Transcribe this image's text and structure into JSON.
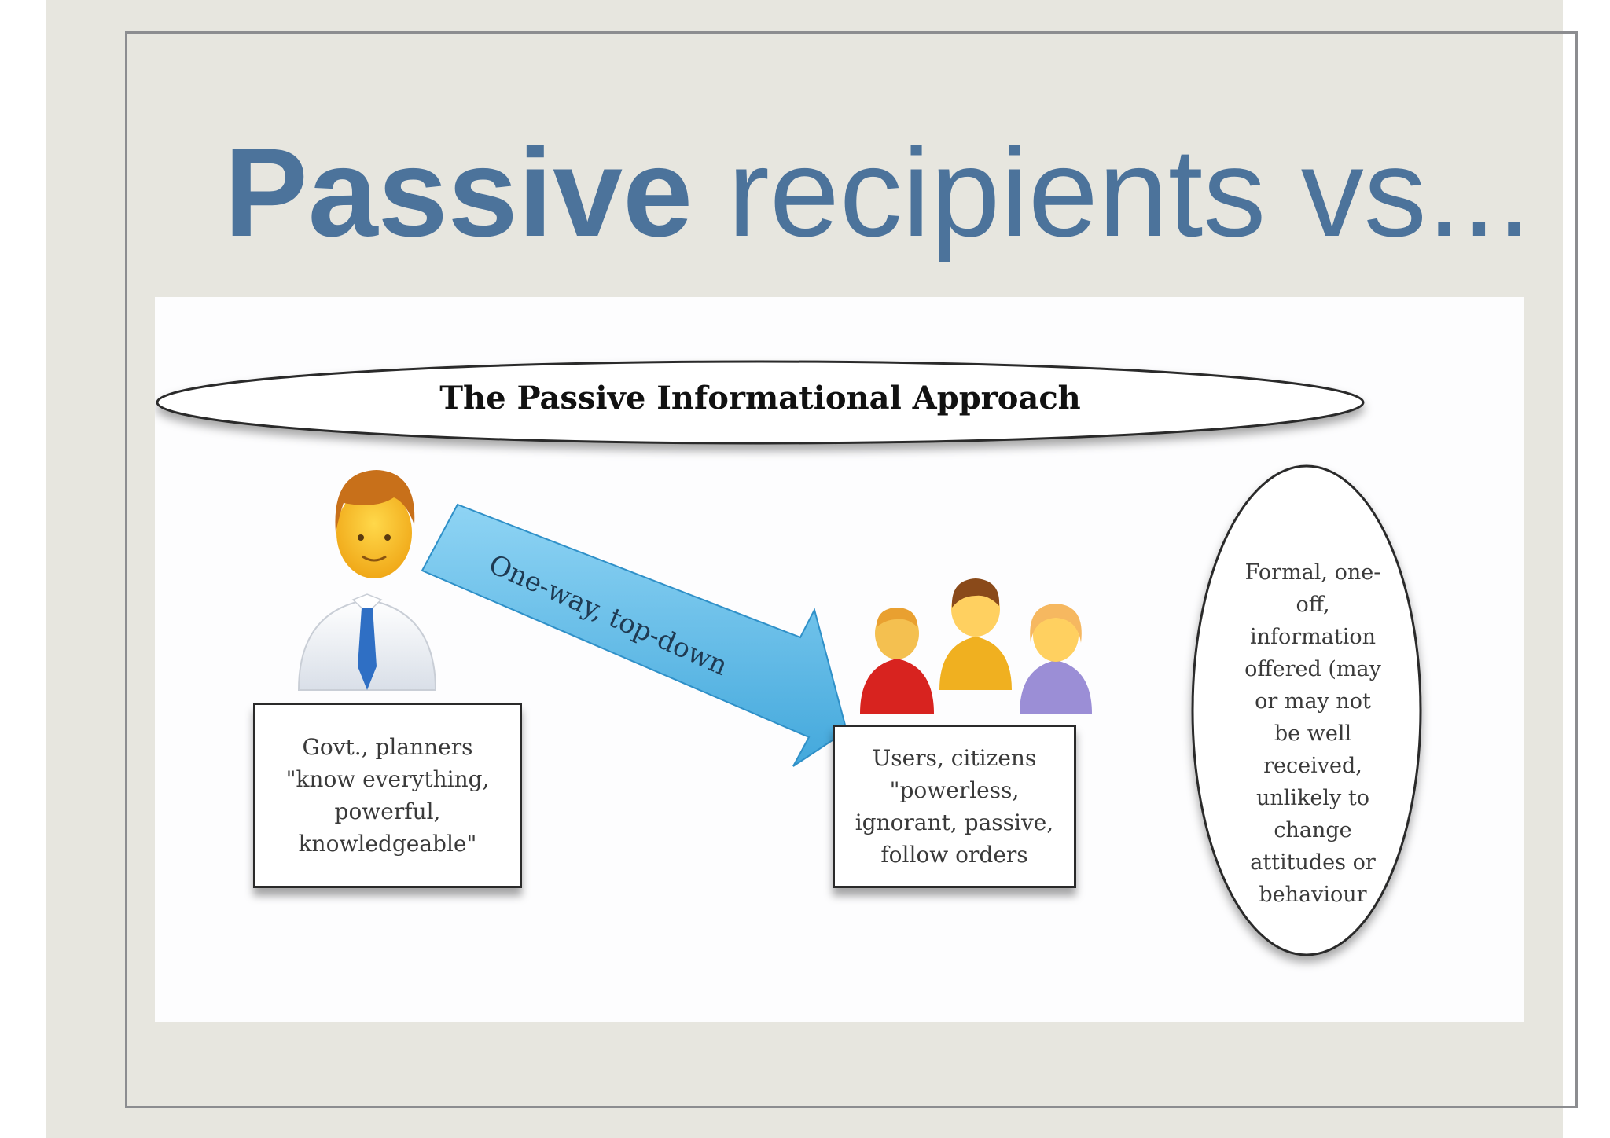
{
  "slide": {
    "title_bold": "Passive",
    "title_rest": " recipients vs..."
  },
  "diagram": {
    "header": "The Passive Informational Approach",
    "arrow_label": "One-way, top-down",
    "govt_box": {
      "lines": [
        "Govt., planners",
        "\"know everything,",
        "powerful,",
        "knowledgeable\""
      ]
    },
    "users_box": {
      "lines": [
        "Users, citizens",
        "\"powerless,",
        "ignorant, passive,",
        "follow orders"
      ]
    },
    "note_oval": {
      "lines": [
        "Formal, one-",
        "off,",
        "information",
        "offered (may",
        "or may not",
        "be well",
        "received,",
        "unlikely to",
        "change",
        "attitudes or",
        "behaviour"
      ]
    },
    "colors": {
      "title": "#4c739b",
      "arrow": "#5ab8e6",
      "planner_hair": "#c8701a",
      "tie": "#2f6fc4",
      "citizen_red": "#d8231f",
      "citizen_yellow": "#f0b020",
      "citizen_purple": "#9b8ed6"
    }
  }
}
